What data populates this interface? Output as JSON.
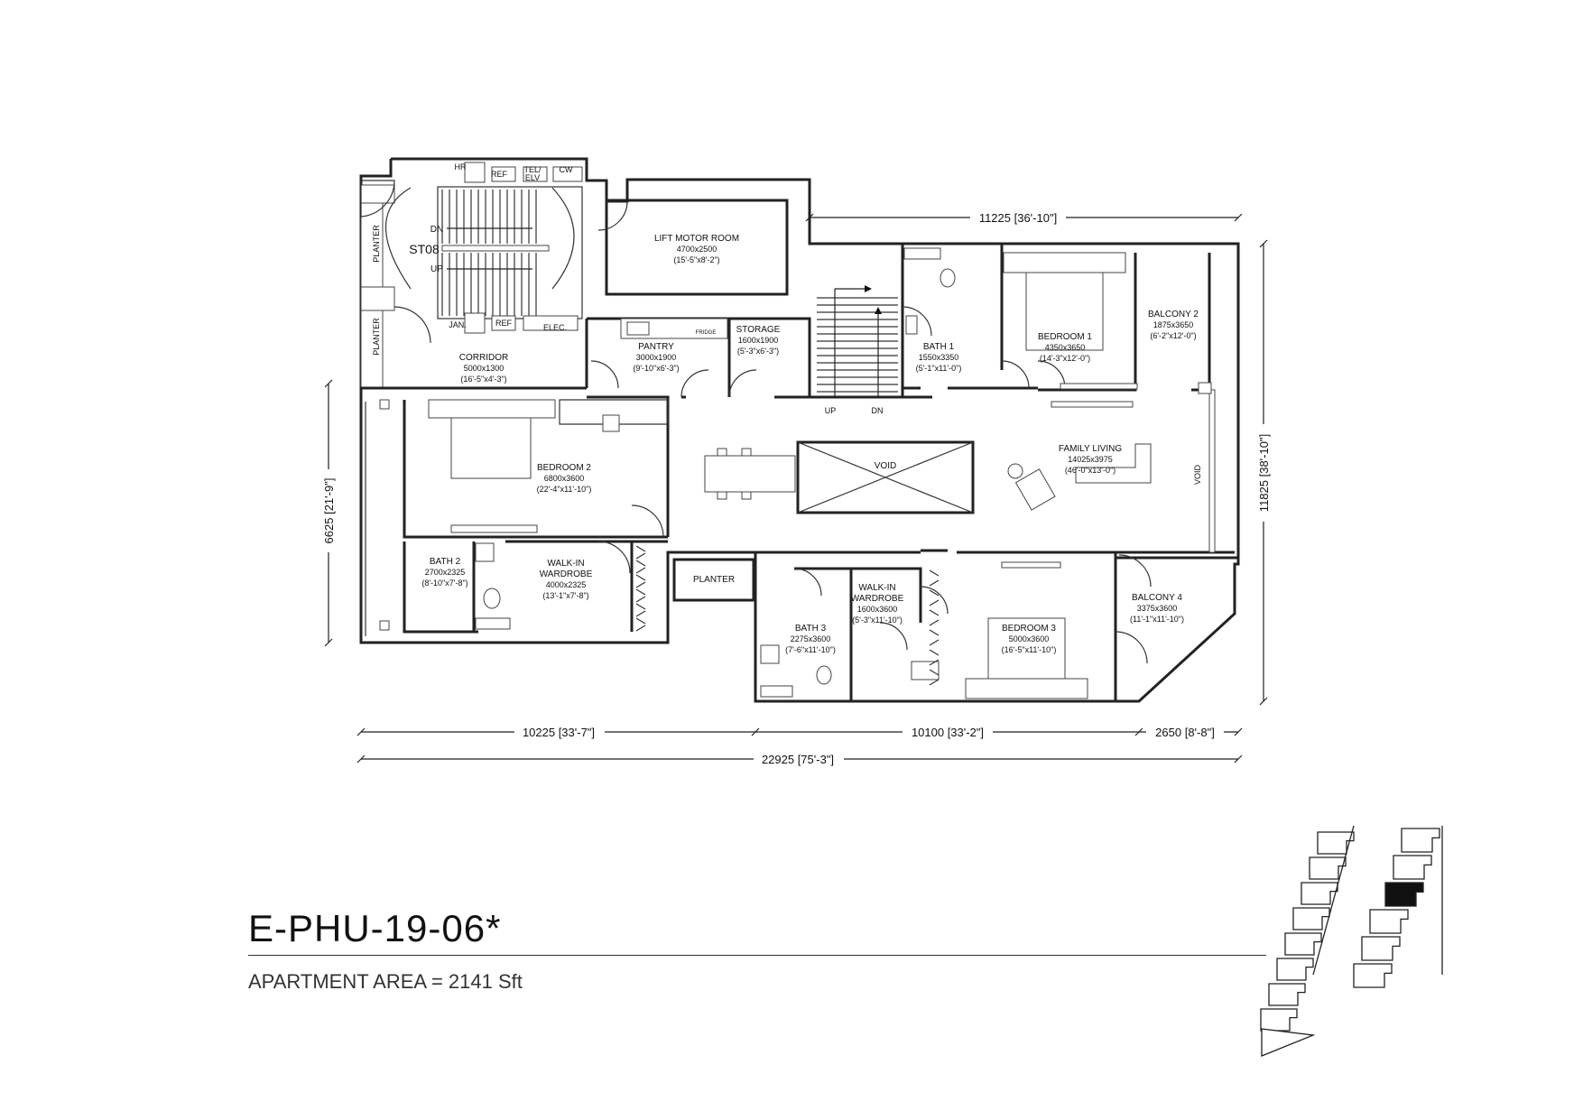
{
  "unit": {
    "title": "E-PHU-19-06*",
    "area": "APARTMENT AREA  = 2141 Sft"
  },
  "rooms": {
    "lift_motor": {
      "name": "LIFT MOTOR ROOM",
      "size": "4700x2500",
      "imperial": "(15'-5\"x8'-2\")"
    },
    "storage": {
      "name": "STORAGE",
      "size": "1600x1900",
      "imperial": "(5'-3\"x6'-3\")"
    },
    "pantry": {
      "name": "PANTRY",
      "size": "3000x1900",
      "imperial": "(9'-10\"x6'-3\")"
    },
    "corridor": {
      "name": "CORRIDOR",
      "size": "5000x1300",
      "imperial": "(16'-5\"x4'-3\")"
    },
    "bath1": {
      "name": "BATH 1",
      "size": "1550x3350",
      "imperial": "(5'-1\"x11'-0\")"
    },
    "bedroom1": {
      "name": "BEDROOM 1",
      "size": "4350x3650",
      "imperial": "(14'-3\"x12'-0\")"
    },
    "balcony2": {
      "name": "BALCONY 2",
      "size": "1875x3650",
      "imperial": "(6'-2\"x12'-0\")"
    },
    "bedroom2": {
      "name": "BEDROOM 2",
      "size": "6800x3600",
      "imperial": "(22'-4\"x11'-10\")"
    },
    "family": {
      "name": "FAMILY LIVING",
      "size": "14025x3975",
      "imperial": "(46'-0\"x13'-0\")"
    },
    "bath2": {
      "name": "BATH 2",
      "size": "2700x2325",
      "imperial": "(8'-10\"x7'-8\")"
    },
    "wardrobe1": {
      "name1": "WALK-IN",
      "name2": "WARDROBE",
      "size": "4000x2325",
      "imperial": "(13'-1\"x7'-8\")"
    },
    "wardrobe2": {
      "name1": "WALK-IN",
      "name2": "WARDROBE",
      "size": "1600x3600",
      "imperial": "(5'-3\"x11'-10\")"
    },
    "bath3": {
      "name": "BATH 3",
      "size": "2275x3600",
      "imperial": "(7'-6\"x11'-10\")"
    },
    "bedroom3": {
      "name": "BEDROOM 3",
      "size": "5000x3600",
      "imperial": "(16'-5\"x11'-10\")"
    },
    "balcony4": {
      "name": "BALCONY 4",
      "size": "3375x3600",
      "imperial": "(11'-1\"x11'-10\")"
    }
  },
  "labels": {
    "void": "VOID",
    "void_side": "VOID",
    "planter": "PLANTER",
    "planter_side1": "PLANTER",
    "planter_side2": "PLANTER",
    "stair_code": "ST08",
    "dn": "DN",
    "up": "UP",
    "stair_up": "UP",
    "stair_dn": "DN",
    "hr": "HR",
    "ref1": "REF",
    "tel": "TEL/",
    "elv": "ELV",
    "cw": "CW",
    "jan": "JAN.",
    "ref2": "REF",
    "elec": "ELEC.",
    "fridge": "FRIDGE"
  },
  "dimensions": {
    "top": "11225 [36'-10\"]",
    "right": "11825 [38'-10\"]",
    "left": "6625 [21'-9\"]",
    "bottom1": "10225 [33'-7\"]",
    "bottom2": "10100 [33'-2\"]",
    "bottom3": "2650 [8'-8\"]",
    "total": "22925 [75'-3\"]"
  },
  "key_plan": {
    "highlight_color": "#111111",
    "highlighted_column": "right",
    "highlighted_level": 3
  }
}
